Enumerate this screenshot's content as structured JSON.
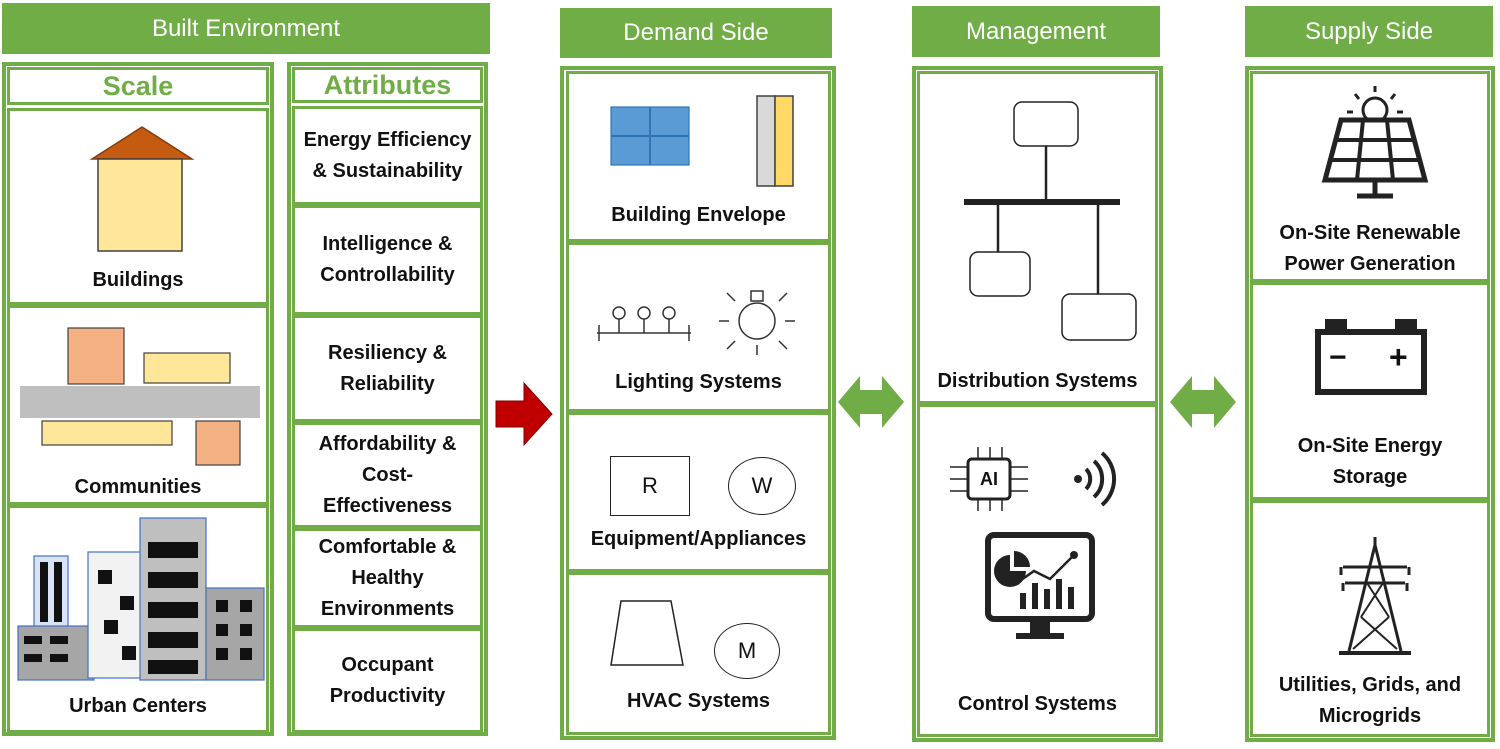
{
  "headers": {
    "built_environment": "Built Environment",
    "demand_side": "Demand Side",
    "management": "Management",
    "supply_side": "Supply Side"
  },
  "scale": {
    "title": "Scale",
    "items": [
      "Buildings",
      "Communities",
      "Urban Centers"
    ]
  },
  "attributes": {
    "title": "Attributes",
    "items": [
      "Energy Efficiency\n& Sustainability",
      "Intelligence &\nControllability",
      "Resiliency &\nReliability",
      "Affordability &\nCost-\nEffectiveness",
      "Comfortable &\nHealthy\nEnvironments",
      "Occupant\nProductivity"
    ]
  },
  "demand": {
    "items": [
      "Building Envelope",
      "Lighting Systems",
      "Equipment/Appliances",
      "HVAC Systems"
    ],
    "glyphs": {
      "refrigerator": "R",
      "washer": "W",
      "motor": "M"
    }
  },
  "management": {
    "items": [
      "Distribution Systems",
      "Control Systems"
    ],
    "ai_label": "AI"
  },
  "supply": {
    "items": [
      "On-Site Renewable\nPower Generation",
      "On-Site Energy\nStorage",
      "Utilities, Grids, and\nMicrogrids"
    ],
    "battery_minus": "−",
    "battery_plus": "+"
  },
  "colors": {
    "green": "#70ad47",
    "roof": "#c55a11",
    "wall": "#ffe699",
    "peach": "#f4b183",
    "gray": "#bfbfbf",
    "window_blue": "#5b9bd5",
    "arrow_red": "#c00000"
  },
  "icons": [
    "house-icon",
    "community-blocks-icon",
    "city-skyline-icon",
    "window-icon",
    "wall-section-icon",
    "light-fixture-icon",
    "bulb-icon",
    "refrigerator-icon",
    "washer-icon",
    "ductwork-icon",
    "motor-icon",
    "network-tree-icon",
    "ai-chip-icon",
    "wireless-signal-icon",
    "analytics-monitor-icon",
    "solar-panel-icon",
    "battery-icon",
    "transmission-tower-icon",
    "red-arrow-icon",
    "double-arrow-icon"
  ]
}
